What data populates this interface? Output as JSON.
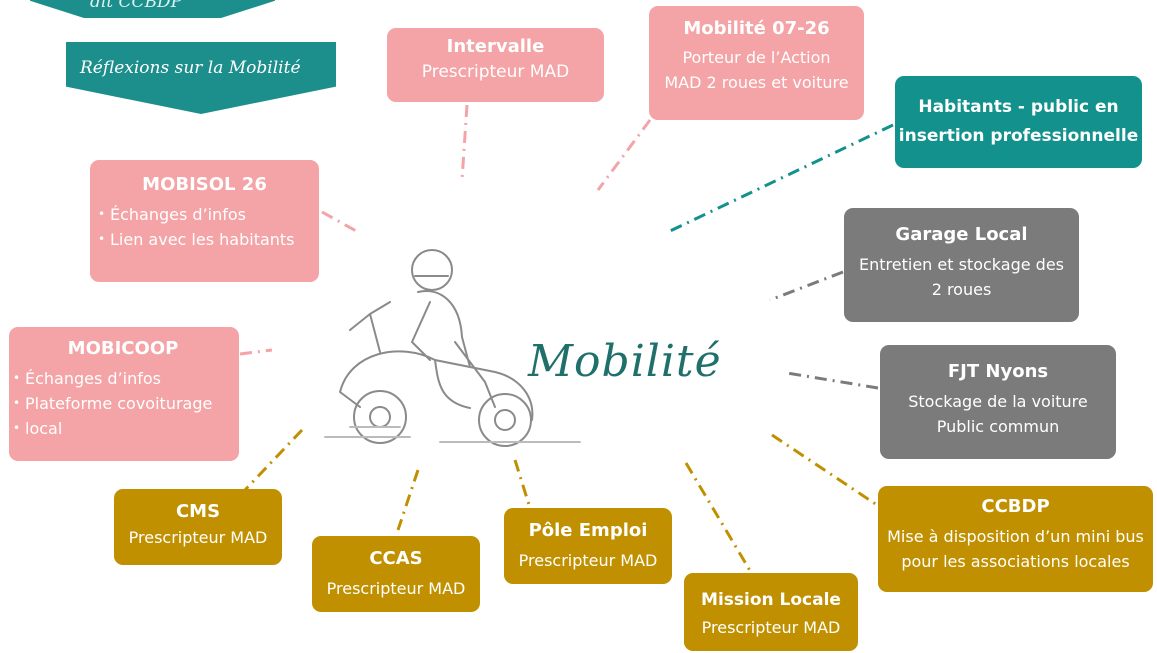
{
  "header": {
    "top_banner_partial": "dit CCBDP",
    "sub_banner": "Réflexions sur la Mobilité"
  },
  "center": {
    "word": "Mobilité",
    "illustration": "scooter-rider-sketch"
  },
  "colors": {
    "pink": "#f4a3a6",
    "teal": "#12918d",
    "grey": "#7b7b7b",
    "gold": "#c09000"
  },
  "nodes": {
    "intervalle": {
      "title": "Intervalle",
      "lines": [
        "Prescripteur MAD"
      ]
    },
    "mobilite0726": {
      "title": "Mobilité 07-26",
      "lines": [
        "Porteur de l’Action",
        "MAD 2 roues et voiture"
      ]
    },
    "habitants": {
      "title_lines": [
        "Habitants - public en",
        "insertion professionnelle"
      ]
    },
    "mobisol": {
      "title": "MOBISOL 26",
      "bullets": [
        "Échanges d’infos",
        "Lien avec les habitants"
      ]
    },
    "garage": {
      "title": "Garage Local",
      "lines": [
        "Entretien et stockage des",
        "2 roues"
      ]
    },
    "mobicoop": {
      "title": "MOBICOOP",
      "bullets": [
        "Échanges d’infos",
        "Plateforme covoiturage",
        "local"
      ]
    },
    "fjt": {
      "title": "FJT Nyons",
      "lines": [
        "Stockage de la voiture",
        "Public commun"
      ]
    },
    "cms": {
      "title": "CMS",
      "lines": [
        "Prescripteur MAD"
      ]
    },
    "ccas": {
      "title": "CCAS",
      "lines": [
        "Prescripteur MAD"
      ]
    },
    "pole": {
      "title": "Pôle Emploi",
      "lines": [
        "Prescripteur MAD"
      ]
    },
    "mission": {
      "title": "Mission Locale",
      "lines": [
        "Prescripteur MAD"
      ]
    },
    "ccbdp": {
      "title": "CCBDP",
      "lines": [
        "Mise à disposition d’un mini bus",
        "pour les associations locales"
      ]
    }
  }
}
